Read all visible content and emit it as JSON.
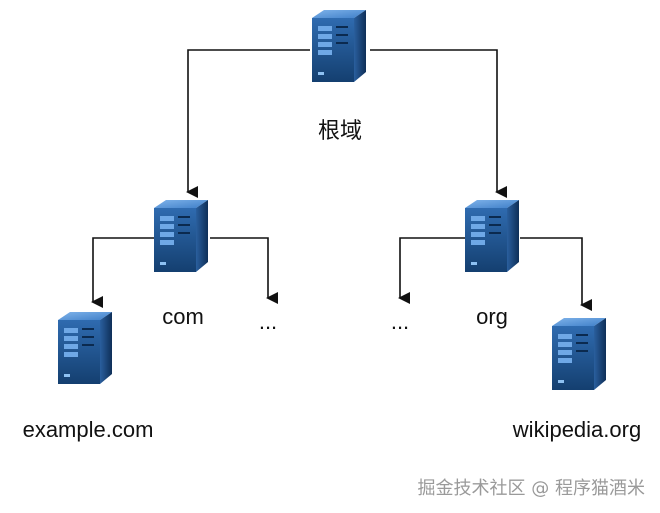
{
  "nodes": {
    "root": {
      "label": "根域",
      "icon": "server-icon"
    },
    "com": {
      "label": "com",
      "icon": "server-icon"
    },
    "org": {
      "label": "org",
      "icon": "server-icon"
    },
    "com_more": {
      "label": "..."
    },
    "org_more": {
      "label": "..."
    },
    "example": {
      "label": "example.com",
      "icon": "server-icon"
    },
    "wikipedia": {
      "label": "wikipedia.org",
      "icon": "server-icon"
    }
  },
  "watermark": {
    "text": "掘金技术社区 @ 程序猫酒米"
  },
  "colors": {
    "server_front": "#1d4f86",
    "server_top": "#4d8fd6",
    "server_side": "#0f3563",
    "connector": "#111111",
    "watermark": "#9a9a9a"
  }
}
